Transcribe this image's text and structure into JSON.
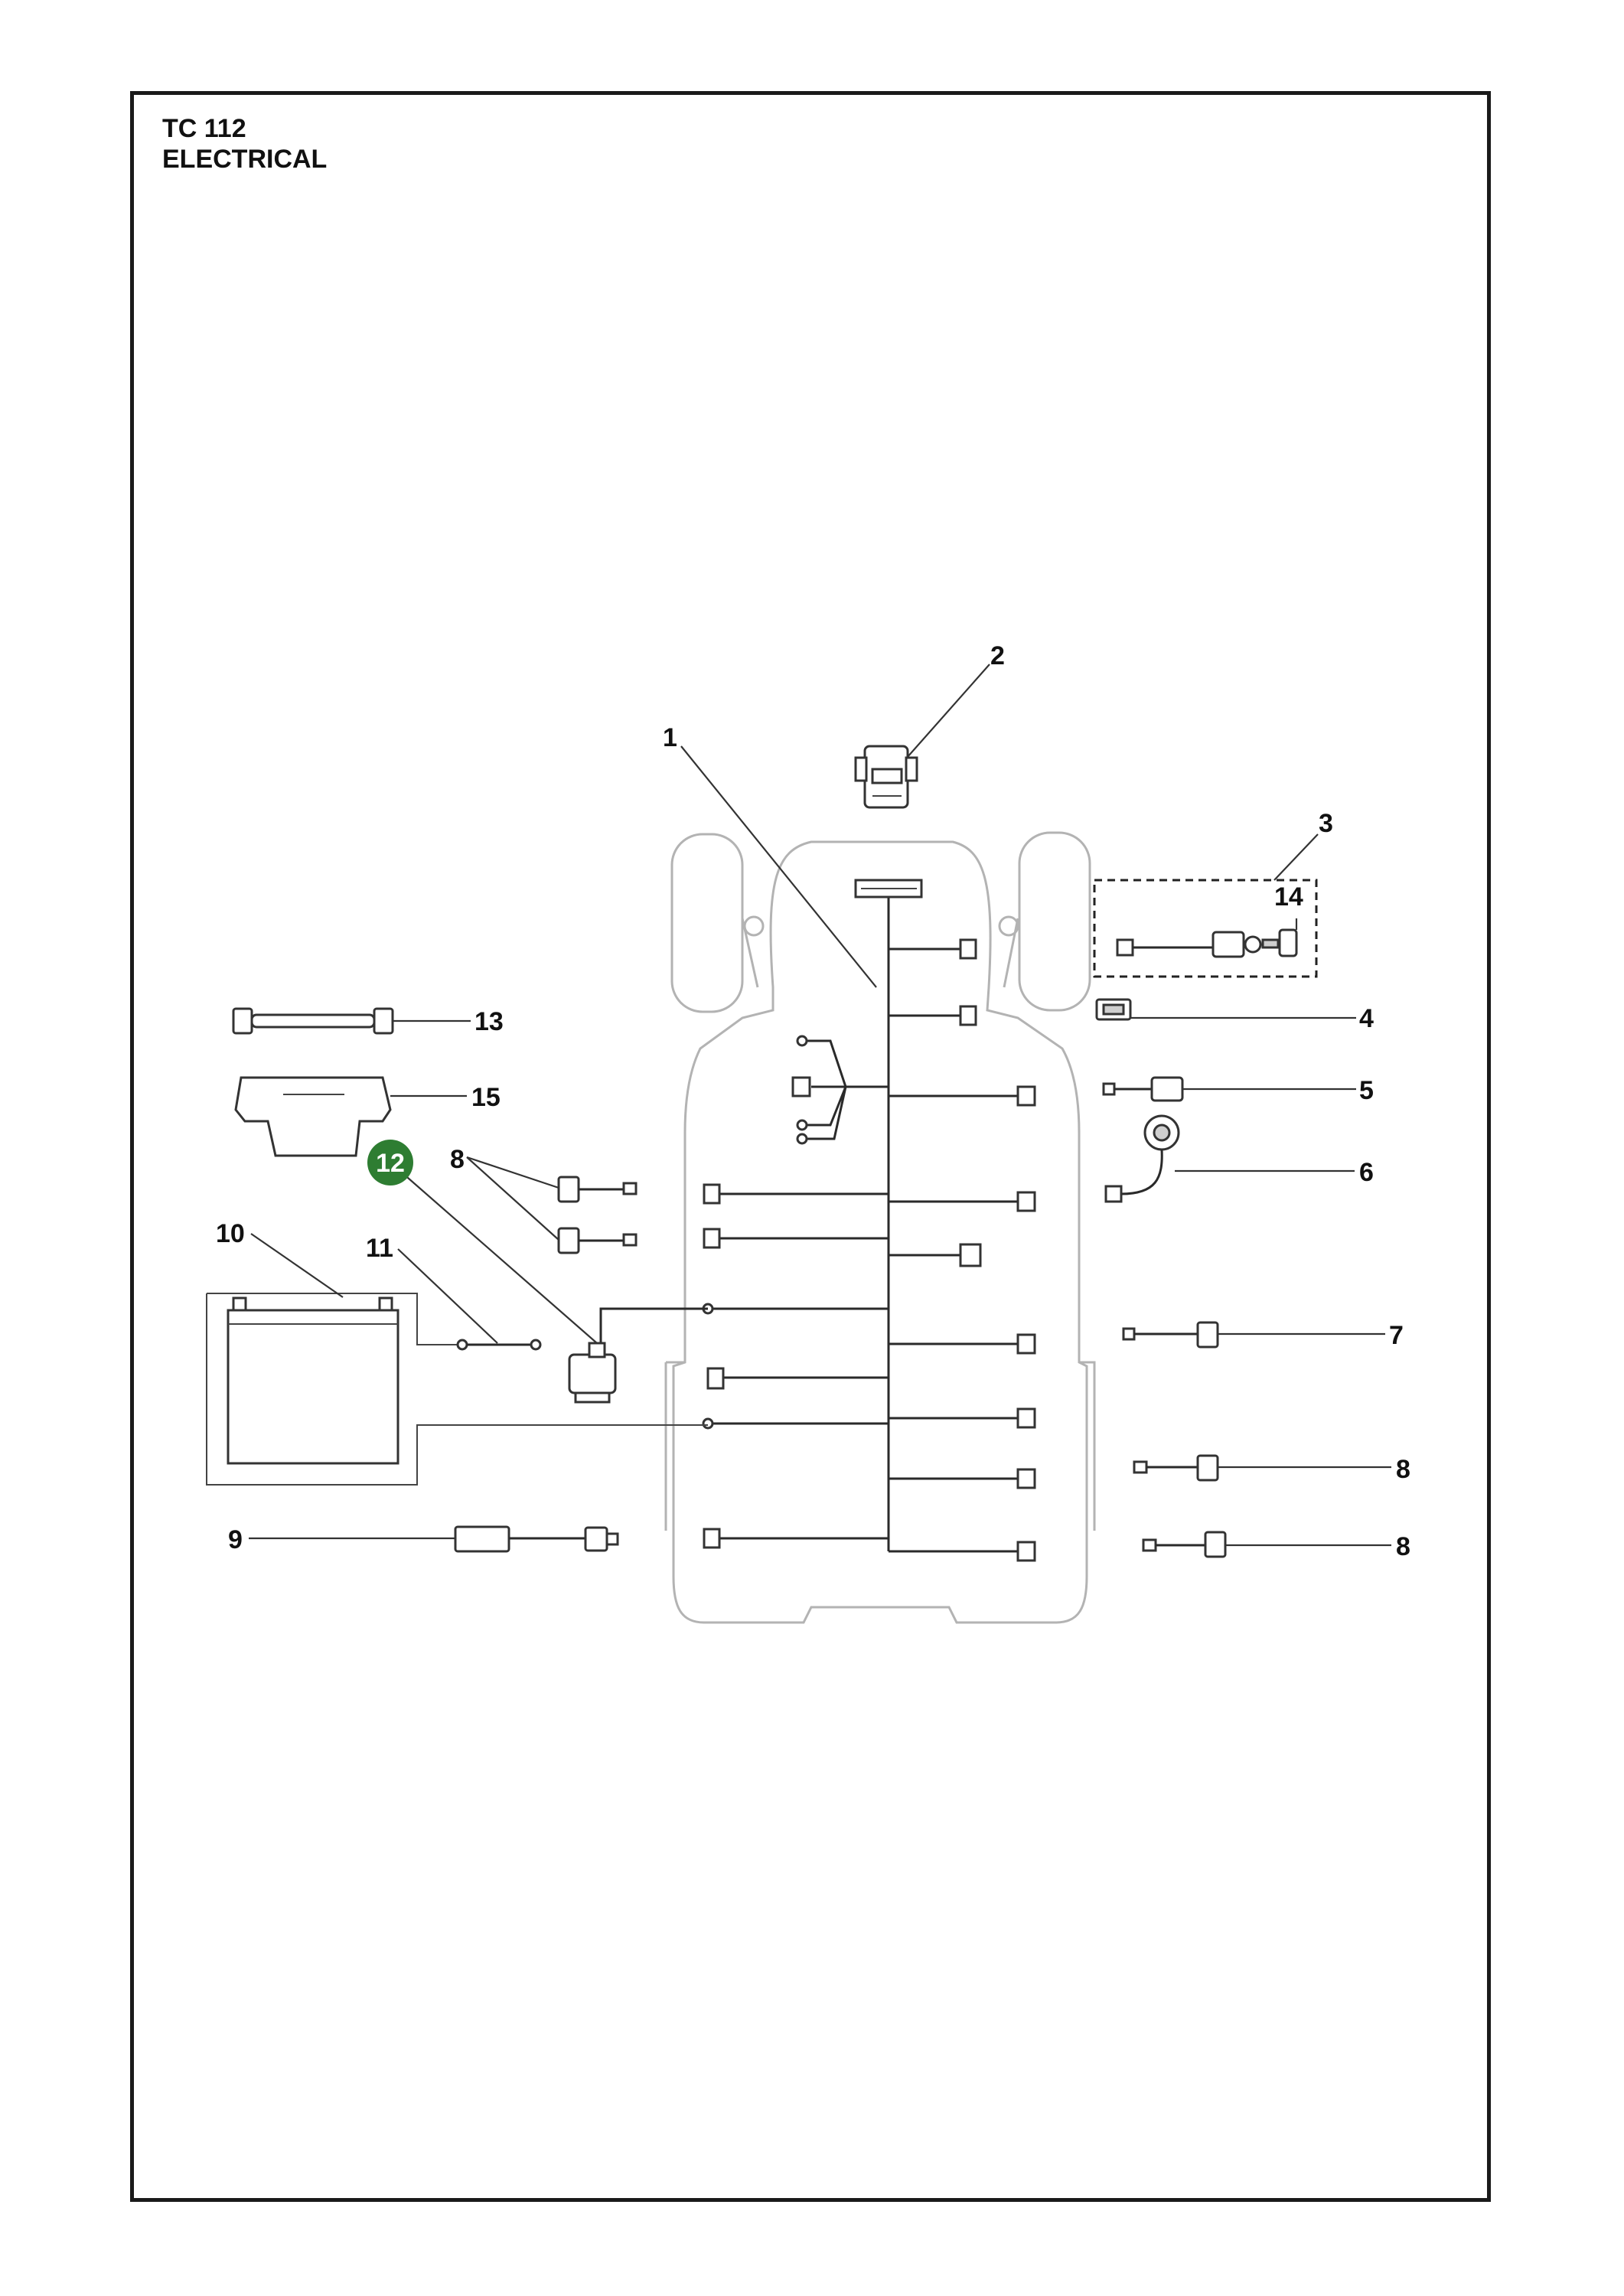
{
  "title": {
    "model": "TC 112",
    "section": "ELECTRICAL"
  },
  "callouts": [
    {
      "id": "c1",
      "label": "1"
    },
    {
      "id": "c2",
      "label": "2"
    },
    {
      "id": "c3",
      "label": "3"
    },
    {
      "id": "c14",
      "label": "14"
    },
    {
      "id": "c4",
      "label": "4"
    },
    {
      "id": "c5",
      "label": "5"
    },
    {
      "id": "c6",
      "label": "6"
    },
    {
      "id": "c7",
      "label": "7"
    },
    {
      "id": "c8a",
      "label": "8"
    },
    {
      "id": "c8b",
      "label": "8"
    },
    {
      "id": "c8c",
      "label": "8"
    },
    {
      "id": "c9",
      "label": "9"
    },
    {
      "id": "c10",
      "label": "10"
    },
    {
      "id": "c11",
      "label": "11"
    },
    {
      "id": "c12",
      "label": "12"
    },
    {
      "id": "c13",
      "label": "13"
    },
    {
      "id": "c15",
      "label": "15"
    }
  ],
  "highlight": {
    "label": "12",
    "color": "#2e7d32"
  }
}
